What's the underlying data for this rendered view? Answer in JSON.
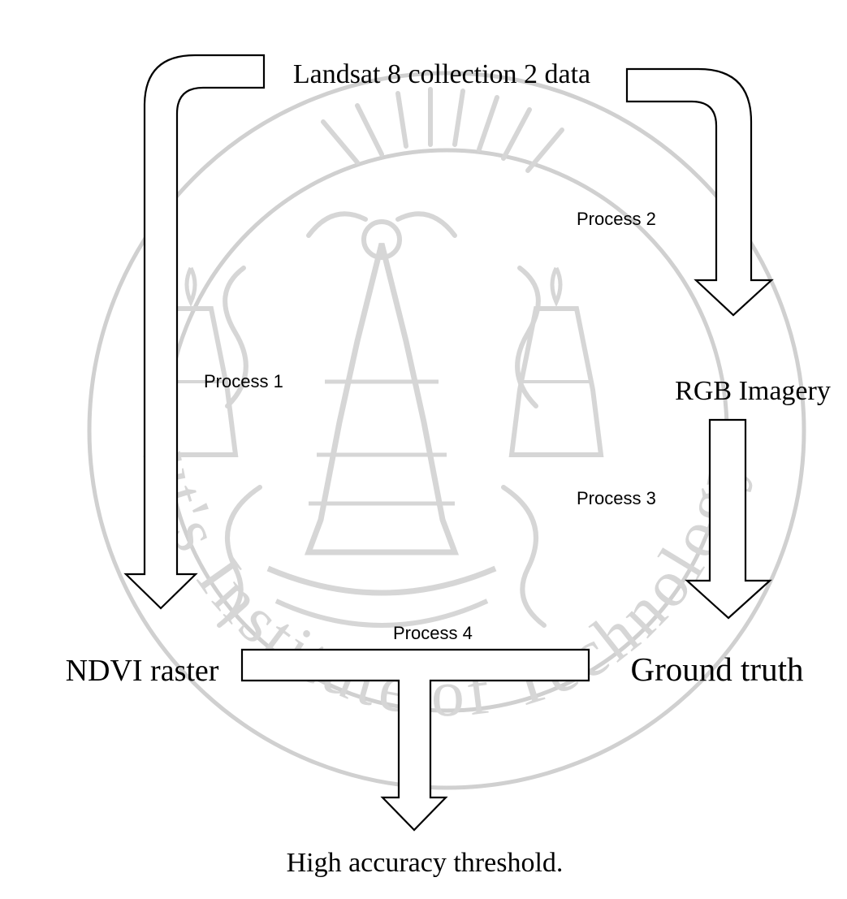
{
  "diagram": {
    "nodes": {
      "source": "Landsat 8 collection 2 data",
      "rgb": "RGB Imagery",
      "ndvi": "NDVI raster",
      "ground_truth": "Ground truth",
      "result": "High accuracy threshold."
    },
    "edges": {
      "p1": "Process 1",
      "p2": "Process 2",
      "p3": "Process 3",
      "p4": "Process 4"
    }
  },
  "watermark": {
    "seal_text": "King Mongkut's Institute of Technology Ladkrabang",
    "color": "#d6d6d6"
  }
}
